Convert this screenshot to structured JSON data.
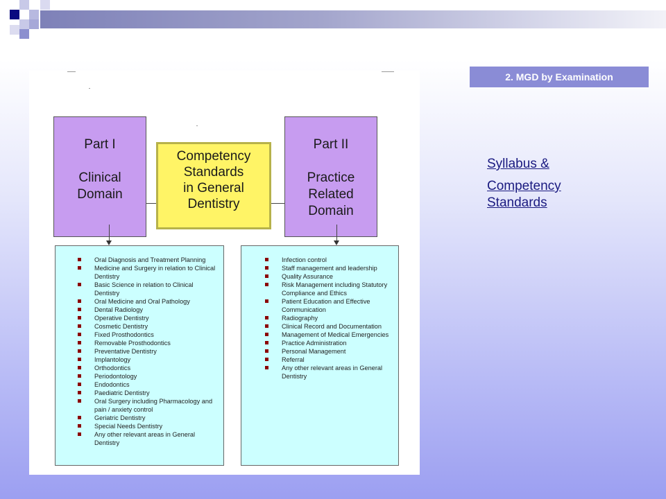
{
  "header": {
    "section_label": "2. MGD by Examination"
  },
  "links": {
    "syllabus": "Syllabus  &",
    "competency": "Competency Standards"
  },
  "diagram": {
    "part1": {
      "title": "Part I",
      "domain": "Clinical\nDomain"
    },
    "center": {
      "text": "Competency\nStandards\nin General\nDentistry"
    },
    "part2": {
      "title": "Part II",
      "domain": "Practice\nRelated\nDomain"
    },
    "part1_items": [
      "Oral Diagnosis and Treatment Planning",
      "Medicine and Surgery in relation to Clinical Dentistry",
      "Basic Science in relation to Clinical Dentistry",
      "Oral Medicine and Oral Pathology",
      "Dental Radiology",
      "Operative Dentistry",
      "Cosmetic Dentistry",
      "Fixed Prosthodontics",
      "Removable Prosthodontics",
      "Preventative Dentistry",
      "Implantology",
      "Orthodontics",
      "Periodontology",
      "Endodontics",
      "Paediatric Dentistry",
      "Oral Surgery including Pharmacology and pain / anxiety control",
      "Geriatric Dentistry",
      "Special Needs Dentistry",
      "Any other relevant areas in General Dentistry"
    ],
    "part2_items": [
      "Infection control",
      "Staff management and leadership",
      "Quality Assurance",
      "Risk Management including Statutory Compliance and Ethics",
      "Patient Education and Effective Communication",
      "Radiography",
      "Clinical Record and Documentation",
      "Management of Medical Emergencies",
      "Practice Administration",
      "Personal Management",
      "Referral",
      "Any other relevant areas in General Dentistry"
    ]
  },
  "colors": {
    "part_box": "#c79cf0",
    "center_box": "#fff466",
    "list_box": "#ccffff",
    "label_bg": "#8a8cd6",
    "link": "#1a1a80"
  }
}
